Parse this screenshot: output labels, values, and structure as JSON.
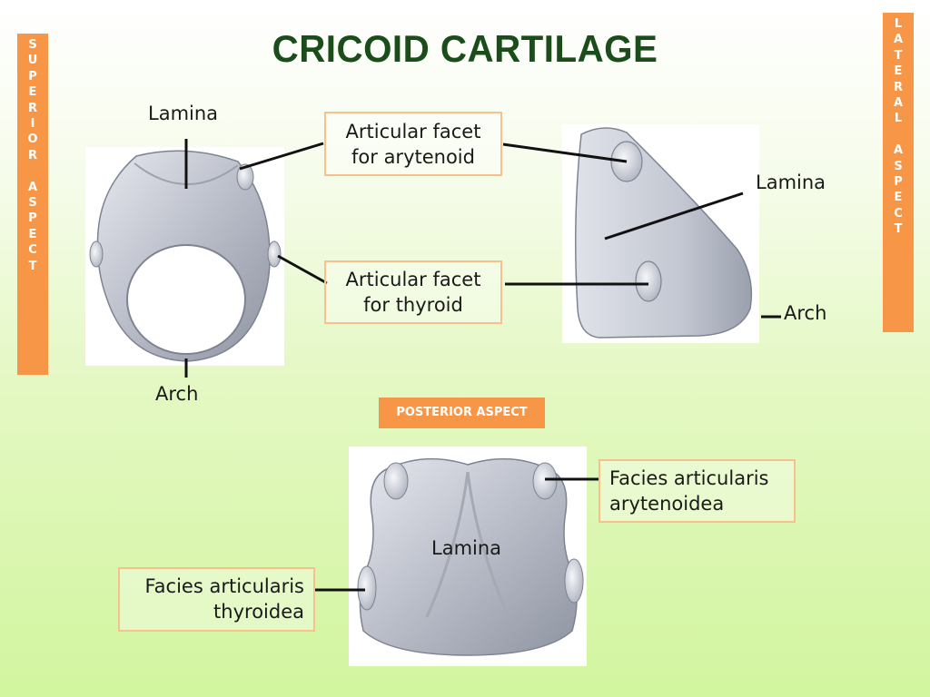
{
  "slide": {
    "title": "CRICOID CARTILAGE",
    "superior_banner": "S\nU\nP\nE\nR\nI\nO\nR\n\nA\nS\nP\nE\nC\nT",
    "lateral_banner": "L\nA\nT\nE\nR\nA\nL\n\nA\nS\nP\nE\nC\nT",
    "posterior_banner": "POSTERIOR ASPECT"
  },
  "superior": {
    "lamina": "Lamina",
    "arch": "Arch"
  },
  "center_boxes": {
    "arytenoid": "Articular facet\nfor arytenoid",
    "thyroid": "Articular facet\nfor thyroid"
  },
  "lateral": {
    "lamina": "Lamina",
    "arch": "Arch"
  },
  "posterior": {
    "lamina": "Lamina",
    "box_arytenoidea": "Facies articularis\narytenoidea",
    "box_thyroidea": "Facies articularis\nthyroidea"
  },
  "colors": {
    "banner": "#f79646",
    "box_border": "#f8c08a",
    "title": "#1b4d1b",
    "cartilage": "#c9cdd6"
  }
}
